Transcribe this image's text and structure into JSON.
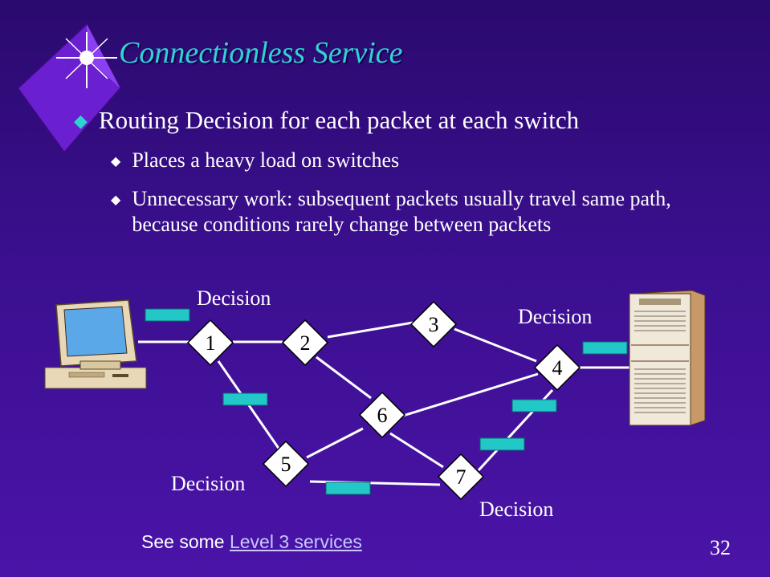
{
  "slide": {
    "title": "Connectionless Service",
    "bullet": "Routing Decision for each packet at each switch",
    "subbullets": [
      "Places a heavy load on switches",
      "Unnecessary work:  subsequent packets usually travel same path, because conditions rarely change between packets"
    ],
    "footer_prefix": "See some ",
    "footer_link": "Level 3 services",
    "page_number": "32"
  },
  "diagram": {
    "nodes": [
      "1",
      "2",
      "3",
      "4",
      "5",
      "6",
      "7"
    ],
    "decision_label": "Decision"
  },
  "colors": {
    "title": "#2fd3d3",
    "packet": "#22c8c8",
    "link": "#ffffff"
  }
}
